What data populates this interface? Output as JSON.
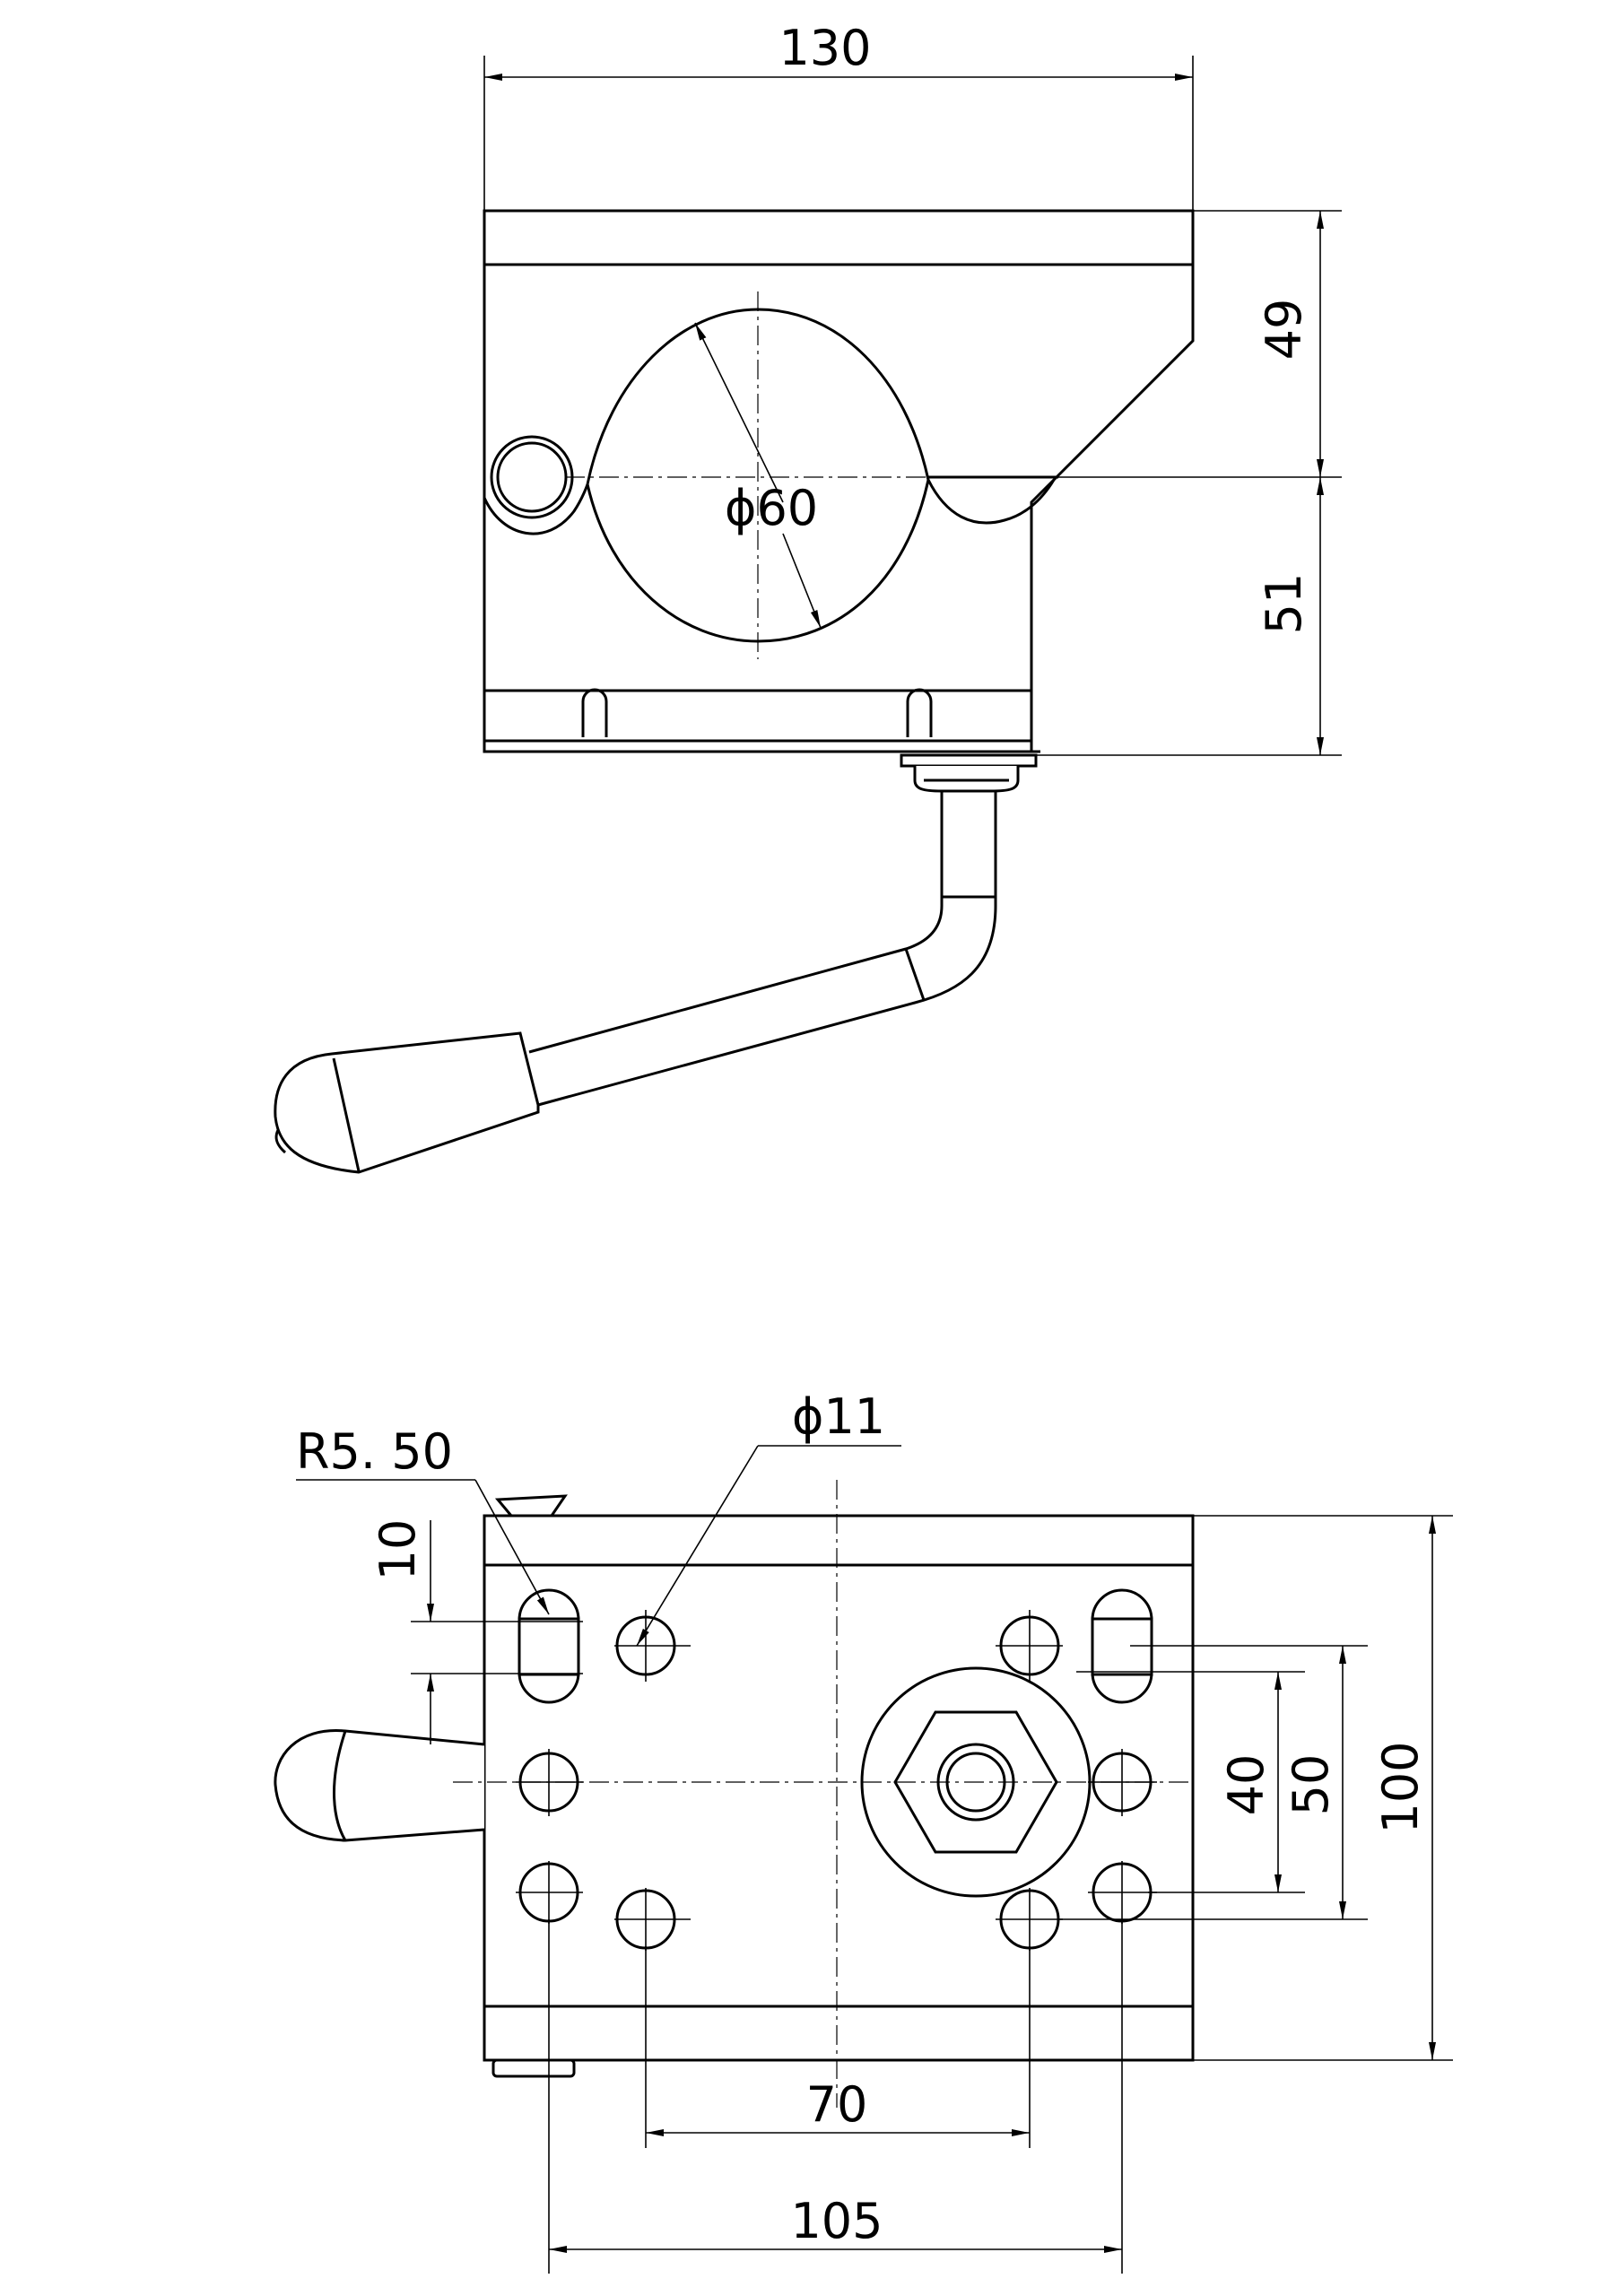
{
  "top_view": {
    "dims": {
      "width": "130",
      "upper_height": "49",
      "lower_height": "51",
      "bore_diameter": "ϕ60"
    }
  },
  "bottom_view": {
    "dims": {
      "slot_radius": "R5. 50",
      "hole_diameter": "ϕ11",
      "slot_length": "10",
      "inner_spacing": "40",
      "outer_spacing": "50",
      "total_height": "100",
      "center_distance": "70",
      "outer_distance": "105"
    }
  }
}
